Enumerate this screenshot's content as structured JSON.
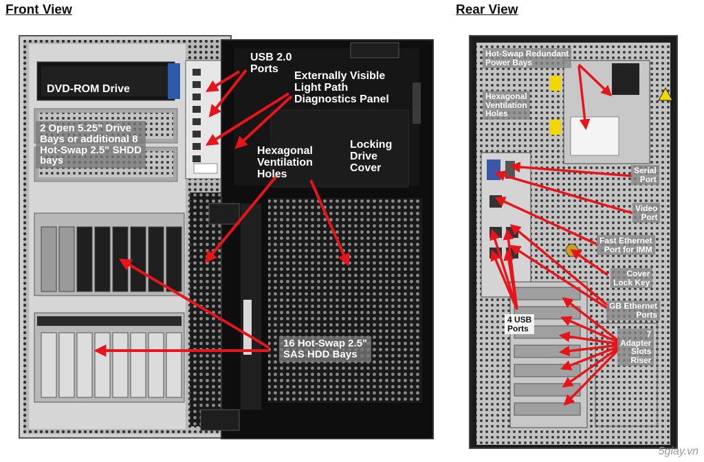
{
  "titles": {
    "front": "Front View",
    "rear": "Rear View"
  },
  "front_labels": {
    "usb": "USB 2.0\nPorts",
    "lightpath": "Externally Visible\nLight Path\nDiagnostics Panel",
    "dvd": "DVD-ROM Drive",
    "bays": "2 Open 5.25\" Drive\nBays or additional 8\nHot-Swap 2.5\" SHDD\nbays",
    "vent": "Hexagonal\nVentilation\nHoles",
    "cover": "Locking\nDrive\nCover",
    "hdd": "16 Hot-Swap 2.5\"\nSAS HDD Bays"
  },
  "rear_labels": {
    "power": "Hot-Swap Redundant\nPower Bays",
    "vent": "Hexagonal\nVentilation\nHoles",
    "serial": "Serial\nPort",
    "video": "Video\nPort",
    "ethernet": "Fast Ethernet\nPort for IMM",
    "lock": "Cover\nLock Key",
    "gb": "GB Ethernet\nPorts",
    "usb": "4 USB\nPorts",
    "adapter": "7\nAdapter\nSlots\nRiser"
  },
  "colors": {
    "arrow": "#e8141a",
    "chassis": "#1c1c1c",
    "panel": "#d8d8d8"
  },
  "watermark": "5giay.vn"
}
